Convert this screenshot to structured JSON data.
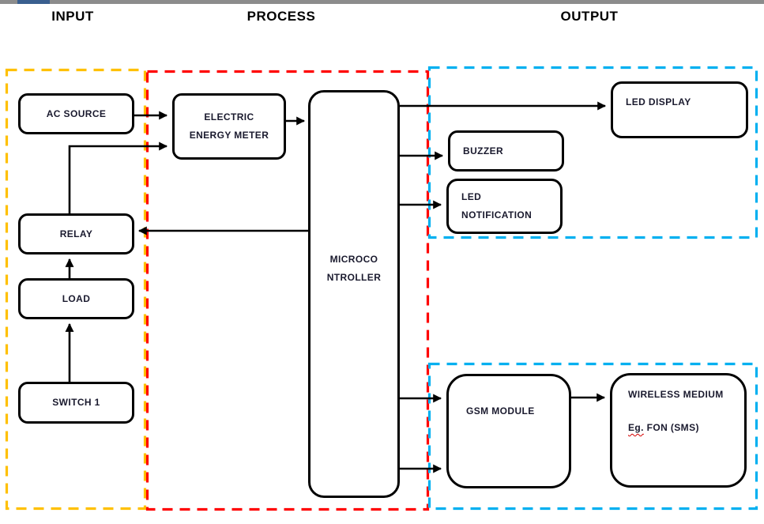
{
  "window": {
    "topbar_color": "#8C8C8C",
    "accent_color": "#3A5F8F"
  },
  "section_headers": {
    "input": "INPUT",
    "process": "PROCESS",
    "output": "OUTPUT"
  },
  "groups": {
    "input": {
      "label": "input-section",
      "border_color": "#FFC000"
    },
    "process": {
      "label": "process-section",
      "border_color": "#FF0000"
    },
    "output_top": {
      "label": "output-section-top",
      "border_color": "#00B0F0"
    },
    "output_bottom": {
      "label": "output-section-bottom",
      "border_color": "#00B0F0"
    }
  },
  "blocks": {
    "ac_source": {
      "label": "AC SOURCE"
    },
    "energy_meter": {
      "line1": "ELECTRIC",
      "line2": "ENERGY  METER"
    },
    "microcontroller": {
      "line1": "MICROCO",
      "line2": "NTROLLER"
    },
    "relay": {
      "label": "RELAY"
    },
    "load": {
      "label": "LOAD"
    },
    "switch1": {
      "label": "SWITCH 1"
    },
    "led_display": {
      "label": "LED DISPLAY"
    },
    "buzzer": {
      "label": "BUZZER"
    },
    "led_notification": {
      "line1": "LED",
      "line2": "NOTIFICATION"
    },
    "gsm_module": {
      "label": "GSM MODULE"
    },
    "wireless_medium": {
      "line1": "WIRELESS MEDIUM",
      "eg": "Eg.",
      "rest": " FON (SMS)"
    }
  },
  "connections": [
    {
      "from": "ac_source",
      "to": "energy_meter"
    },
    {
      "from": "relay",
      "to": "energy_meter"
    },
    {
      "from": "energy_meter",
      "to": "microcontroller"
    },
    {
      "from": "microcontroller",
      "to": "led_display"
    },
    {
      "from": "microcontroller",
      "to": "buzzer"
    },
    {
      "from": "microcontroller",
      "to": "led_notification"
    },
    {
      "from": "microcontroller",
      "to": "relay"
    },
    {
      "from": "microcontroller",
      "to": "gsm_module"
    },
    {
      "from": "microcontroller",
      "to": "gsm_module"
    },
    {
      "from": "gsm_module",
      "to": "wireless_medium"
    },
    {
      "from": "switch1",
      "to": "load"
    },
    {
      "from": "load",
      "to": "relay"
    }
  ]
}
